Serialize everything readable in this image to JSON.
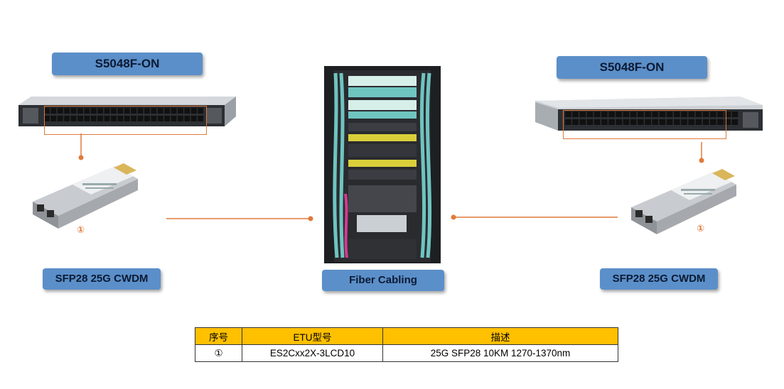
{
  "left": {
    "switch_label": "S5048F-ON",
    "sfp_label": "SFP28 25G CWDM",
    "marker": "①"
  },
  "right": {
    "switch_label": "S5048F-ON",
    "sfp_label": "SFP28 25G CWDM",
    "marker": "①"
  },
  "center": {
    "label": "Fiber Cabling"
  },
  "colors": {
    "label_bg": "#5b8fc9",
    "accent": "#e07a3a",
    "table_header": "#ffc000"
  },
  "table": {
    "headers": [
      "序号",
      "ETU型号",
      "描述"
    ],
    "rows": [
      [
        "①",
        "ES2Cxx2X-3LCD10",
        "25G SFP28 10KM 1270-1370nm"
      ]
    ]
  }
}
